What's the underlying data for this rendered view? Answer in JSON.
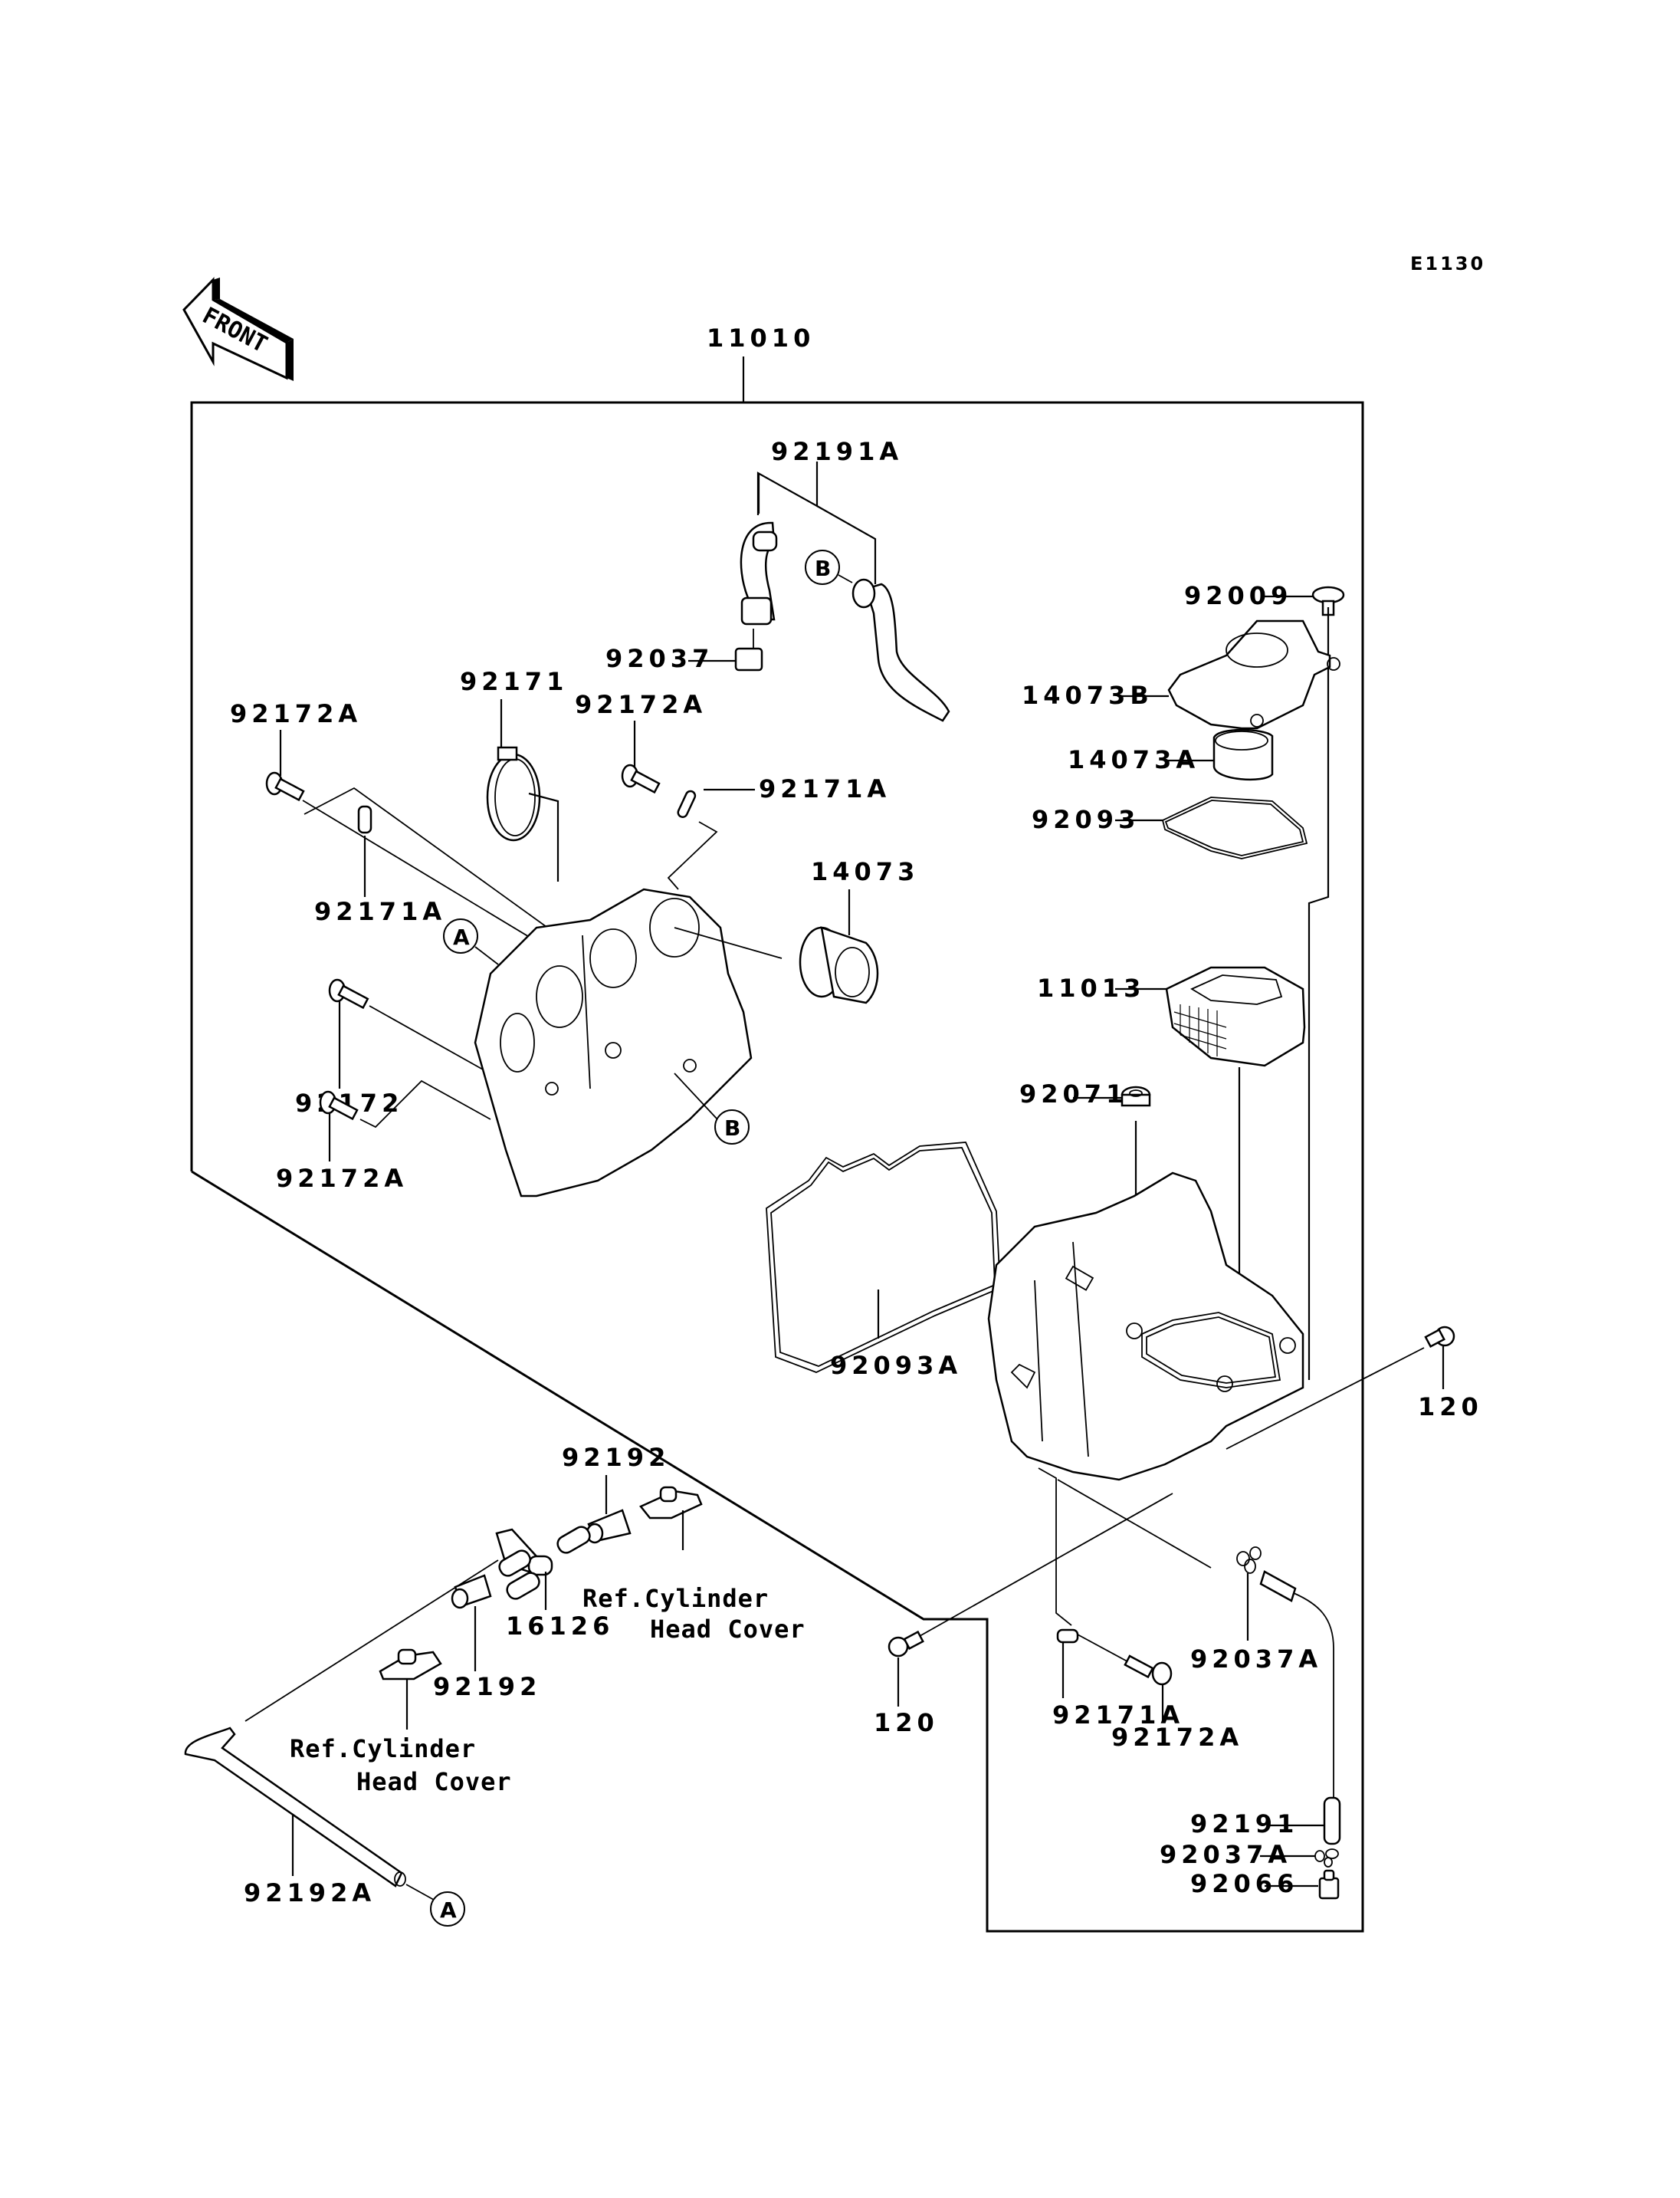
{
  "diagram": {
    "code": "E1130",
    "front_indicator": "FRONT",
    "assembly_label": "11010",
    "ref_markers": {
      "a": "A",
      "b": "B"
    },
    "parts": {
      "p92191A": "92191A",
      "p92037": "92037",
      "p92171": "92171",
      "p92172A_top_left": "92172A",
      "p92172A_top_mid": "92172A",
      "p92171A_top": "92171A",
      "p92171A_left": "92171A",
      "p14073": "14073",
      "p92172": "92172",
      "p92172A_left": "92172A",
      "p92093A": "92093A",
      "p92009": "92009",
      "p14073B": "14073B",
      "p14073A": "14073A",
      "p92093": "92093",
      "p11013": "11013",
      "p92071": "92071",
      "p120_right": "120",
      "p120_left": "120",
      "p92037A_mid": "92037A",
      "p92171A_bottom": "92171A",
      "p92172A_bottom": "92172A",
      "p92191": "92191",
      "p92037A_bottom": "92037A",
      "p92066": "92066",
      "p92192_top": "92192",
      "p92192_bottom": "92192",
      "p16126": "16126",
      "p92192A": "92192A"
    },
    "references": {
      "ref1_line1": "Ref.Cylinder",
      "ref1_line2": "Head Cover",
      "ref2_line1": "Ref.Cylinder",
      "ref2_line2": "Head Cover"
    }
  }
}
